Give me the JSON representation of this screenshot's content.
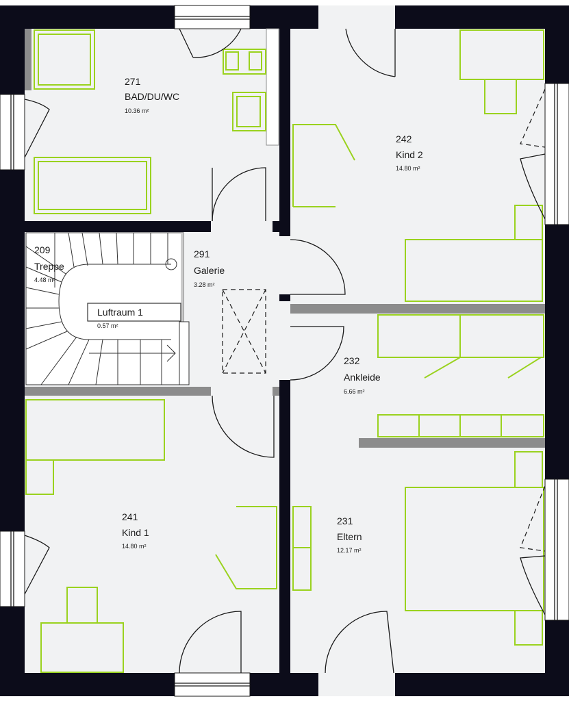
{
  "colors": {
    "wall_outer": "#0c0c1a",
    "wall_inner": "#0c0c1a",
    "partition": "#8c8c8c",
    "floor": "#f1f2f3",
    "furniture": "#9ad21e"
  },
  "rooms": [
    {
      "id": "bad",
      "number": "271",
      "name": "BAD/DU/WC",
      "area": "10.36 m²"
    },
    {
      "id": "kind2",
      "number": "242",
      "name": "Kind 2",
      "area": "14.80 m²"
    },
    {
      "id": "treppe",
      "number": "209",
      "name": "Treppe",
      "area": "4.48 m²"
    },
    {
      "id": "galerie",
      "number": "291",
      "name": "Galerie",
      "area": "3.28 m²"
    },
    {
      "id": "luftraum",
      "number": "",
      "name": "Luftraum 1",
      "area": "0.57 m²"
    },
    {
      "id": "ankleide",
      "number": "232",
      "name": "Ankleide",
      "area": "6.66 m²"
    },
    {
      "id": "kind1",
      "number": "241",
      "name": "Kind 1",
      "area": "14.80 m²"
    },
    {
      "id": "eltern",
      "number": "231",
      "name": "Eltern",
      "area": "12.17 m²"
    }
  ]
}
